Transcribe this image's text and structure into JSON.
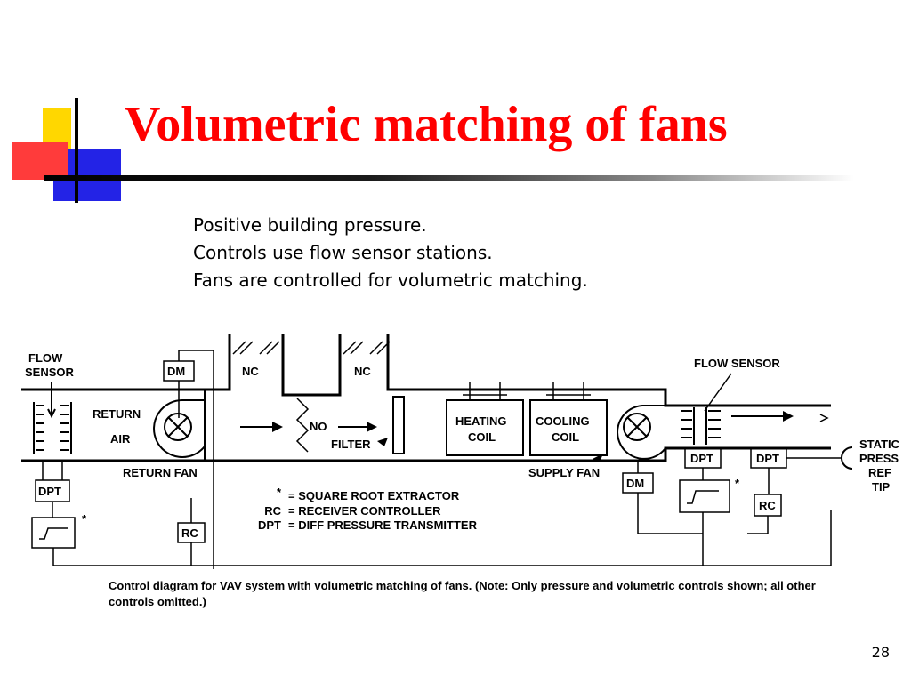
{
  "slide": {
    "title": "Volumetric matching of fans",
    "bullets": [
      "Positive building pressure.",
      "Controls use flow sensor stations.",
      "Fans are controlled for volumetric matching."
    ],
    "page_number": "28",
    "accent_colors": {
      "title": "#ff0000",
      "yellow": "#ffd700",
      "blue": "#2323e6",
      "red": "#ff3333"
    }
  },
  "diagram": {
    "labels": {
      "flow_sensor_left": [
        "FLOW",
        "SENSOR"
      ],
      "return_air": [
        "RETURN",
        "AIR"
      ],
      "return_fan": "RETURN FAN",
      "dm_left": "DM",
      "dm_right": "DM",
      "nc_left": "NC",
      "nc_right": "NC",
      "no": "NO",
      "filter": "FILTER",
      "heating_coil": [
        "HEATING",
        "COIL"
      ],
      "cooling_coil": [
        "COOLING",
        "COIL"
      ],
      "supply_fan": "SUPPLY FAN",
      "flow_sensor_right": "FLOW SENSOR",
      "dpt_left": "DPT",
      "dpt_right_1": "DPT",
      "dpt_right_2": "DPT",
      "rc_left": "RC",
      "rc_right": "RC",
      "sqrt_star_left": "*",
      "sqrt_star_right": "*",
      "static_press": [
        "STATIC",
        "PRESS",
        "REF",
        "TIP"
      ]
    },
    "legend": [
      {
        "symbol": "*",
        "desc": "= SQUARE  ROOT EXTRACTOR"
      },
      {
        "symbol": "RC",
        "desc": "= RECEIVER  CONTROLLER"
      },
      {
        "symbol": "DPT",
        "desc": "= DIFF PRESSURE  TRANSMITTER"
      }
    ],
    "caption": "Control diagram for VAV system with volumetric matching of fans. (Note: Only pressure and volumetric controls shown; all other controls omitted.)"
  }
}
